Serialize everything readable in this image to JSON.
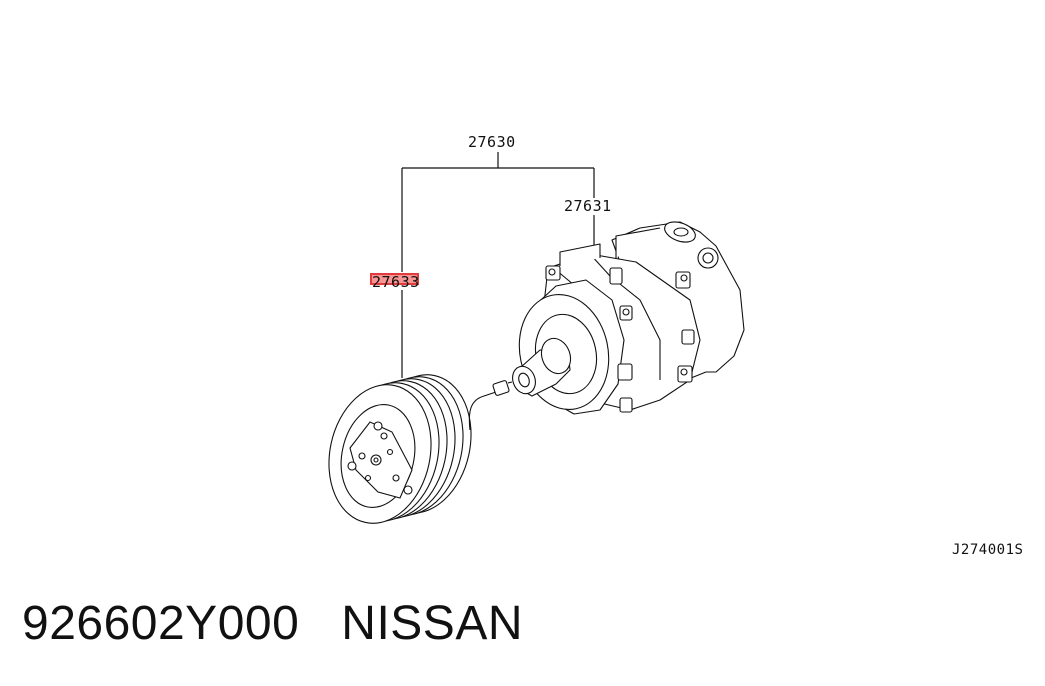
{
  "callouts": {
    "assembly": "27630",
    "compressor": "27631",
    "clutch": "27633"
  },
  "figure_code": "J274001S",
  "caption": {
    "part_number": "926602Y000",
    "brand": "NISSAN"
  },
  "colors": {
    "line": "#111111",
    "highlight": "#e23b3b"
  }
}
